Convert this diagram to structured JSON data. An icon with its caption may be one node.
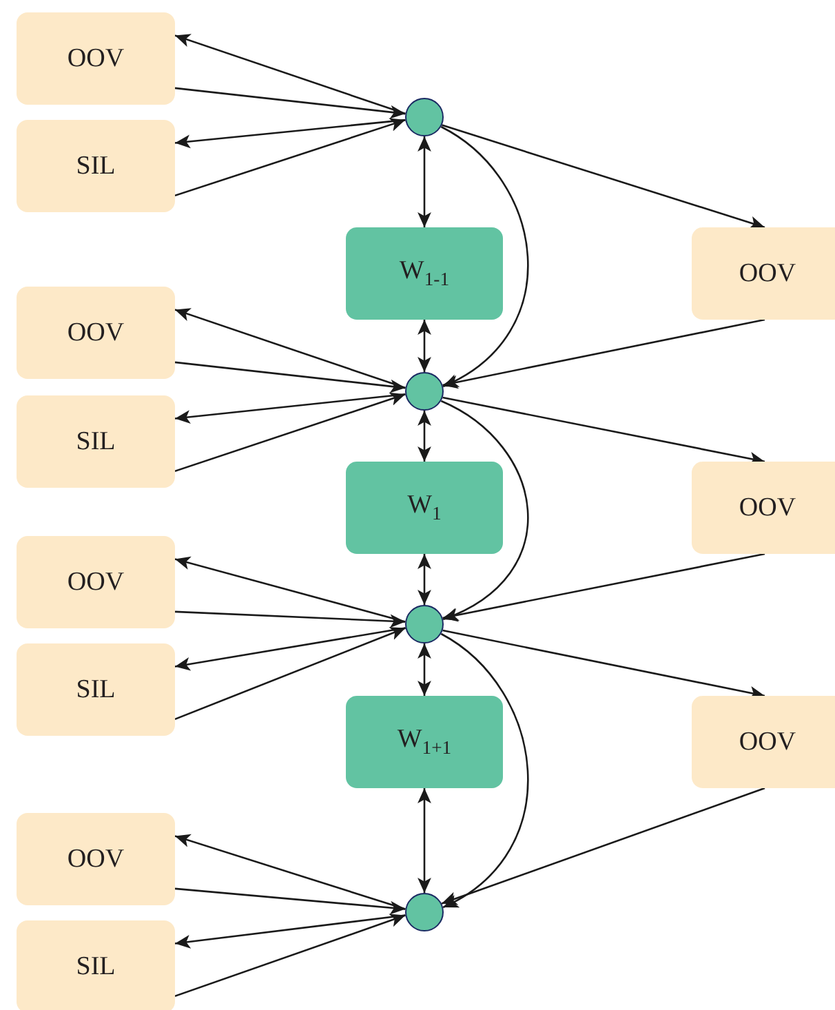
{
  "diagram": {
    "nodes": [
      {
        "text": [
          "OOV"
        ]
      },
      {
        "text": [
          "SIL"
        ]
      },
      {
        "text": [],
        "shape": "circle"
      },
      {
        "text": [
          "W$_{1-1}$"
        ]
      },
      {
        "text": [
          "OOV"
        ]
      },
      {
        "text": [
          "OOV"
        ]
      },
      {
        "text": [
          "SIL"
        ]
      },
      {
        "text": [],
        "shape": "circle"
      },
      {
        "text": [
          "W$_{1}$"
        ]
      },
      {
        "text": [
          "OOV"
        ]
      },
      {
        "text": [
          "OOV"
        ]
      },
      {
        "text": [
          "SIL"
        ]
      },
      {
        "text": [],
        "shape": "circle"
      },
      {
        "text": [
          "W$_{1+1}$"
        ]
      },
      {
        "text": [
          "OOV"
        ]
      },
      {
        "text": [
          "OOV"
        ]
      },
      {
        "text": [
          "SIL"
        ]
      },
      {
        "text": [],
        "shape": "circle"
      }
    ],
    "edges": [
      {
        "from": 2,
        "to": 0,
        "arrow": "to"
      },
      {
        "from": 0,
        "to": 2,
        "arrow": "to"
      },
      {
        "from": 2,
        "to": 1,
        "arrow": "to"
      },
      {
        "from": 1,
        "to": 2,
        "arrow": "to"
      },
      {
        "from": 7,
        "to": 5,
        "arrow": "to"
      },
      {
        "from": 5,
        "to": 7,
        "arrow": "to"
      },
      {
        "from": 7,
        "to": 6,
        "arrow": "to"
      },
      {
        "from": 6,
        "to": 7,
        "arrow": "to"
      },
      {
        "from": 12,
        "to": 10,
        "arrow": "to"
      },
      {
        "from": 10,
        "to": 12,
        "arrow": "to"
      },
      {
        "from": 12,
        "to": 11,
        "arrow": "to"
      },
      {
        "from": 11,
        "to": 12,
        "arrow": "to"
      },
      {
        "from": 17,
        "to": 15,
        "arrow": "to"
      },
      {
        "from": 15,
        "to": 17,
        "arrow": "to"
      },
      {
        "from": 17,
        "to": 16,
        "arrow": "to"
      },
      {
        "from": 16,
        "to": 17,
        "arrow": "to"
      },
      {
        "from": 2,
        "to": 3,
        "arrow": "both"
      },
      {
        "from": 3,
        "to": 7,
        "arrow": "both"
      },
      {
        "from": 7,
        "to": 8,
        "arrow": "both"
      },
      {
        "from": 8,
        "to": 12,
        "arrow": "both"
      },
      {
        "from": 12,
        "to": 13,
        "arrow": "both"
      },
      {
        "from": 13,
        "to": 17,
        "arrow": "both"
      },
      {
        "from": 2,
        "to": 4,
        "arrow": "to"
      },
      {
        "from": 4,
        "to": 7,
        "arrow": "to"
      },
      {
        "from": 7,
        "to": 9,
        "arrow": "to"
      },
      {
        "from": 9,
        "to": 12,
        "arrow": "to"
      },
      {
        "from": 12,
        "to": 14,
        "arrow": "to"
      },
      {
        "from": 14,
        "to": 17,
        "arrow": "to"
      },
      {
        "from": 2,
        "to": 7,
        "arrow": "to"
      },
      {
        "from": 7,
        "to": 12,
        "arrow": "to"
      },
      {
        "from": 12,
        "to": 17,
        "arrow": "to"
      }
    ]
  }
}
